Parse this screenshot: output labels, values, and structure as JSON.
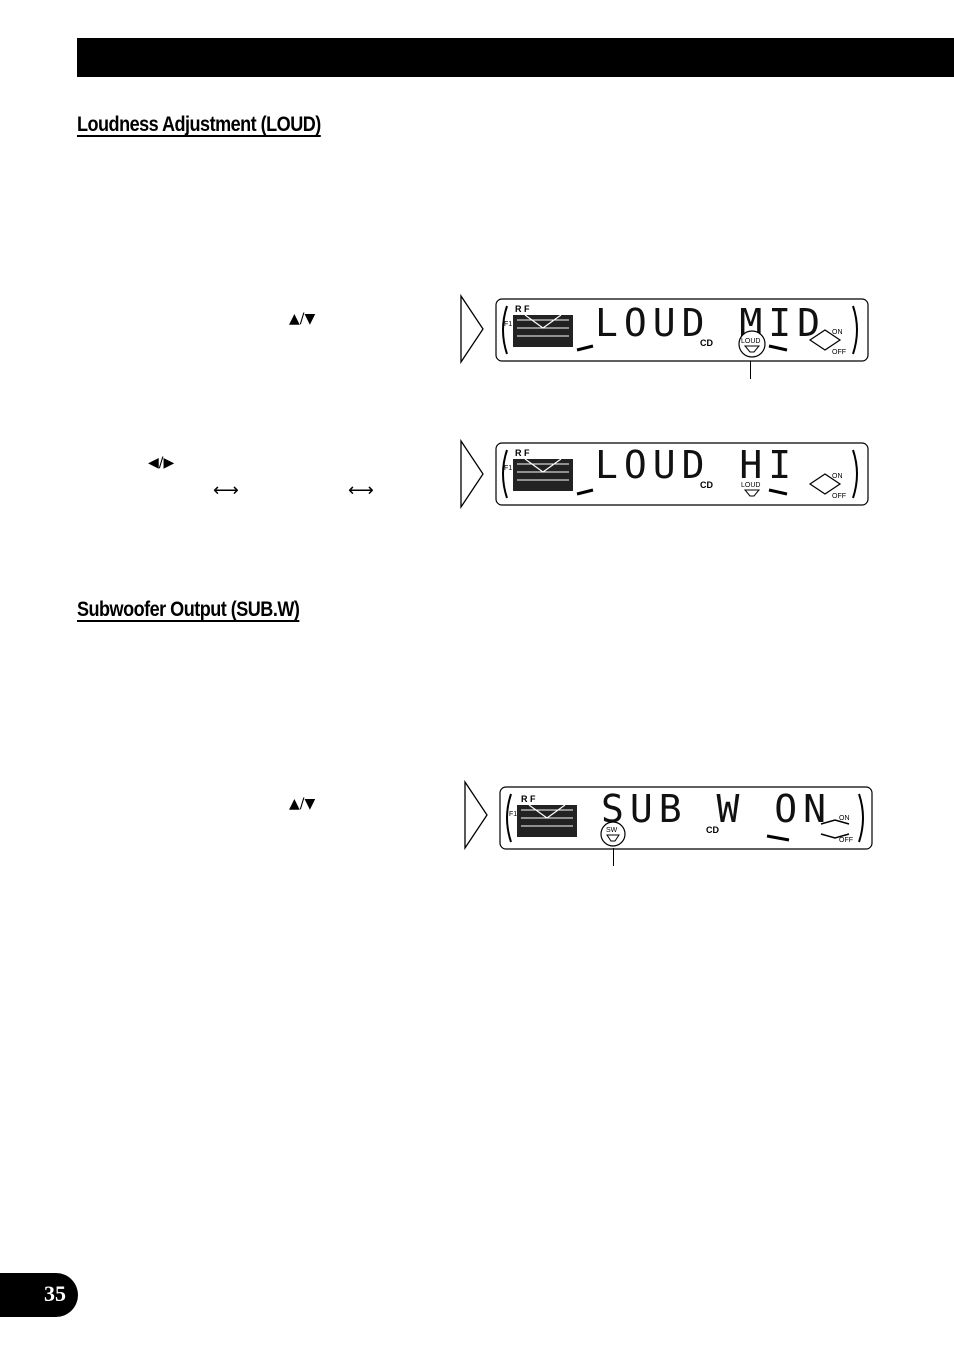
{
  "section1": {
    "title": "Loudness Adjustment (LOUD)"
  },
  "section2": {
    "title": "Subwoofer Output (SUB.W)"
  },
  "symbols": {
    "up_down": "▲/▼",
    "left_right": "◀/▶",
    "double_arrow_1": "⟷",
    "double_arrow_2": "⟷"
  },
  "displays": [
    {
      "text": "LOUD MID",
      "source": "CD",
      "indicator": "LOUD",
      "on_label": "ON",
      "off_label": "OFF",
      "left_labels": "R F",
      "f1": "F1"
    },
    {
      "text": "LOUD HI",
      "source": "CD",
      "indicator": "LOUD",
      "on_label": "ON",
      "off_label": "OFF",
      "left_labels": "R F",
      "f1": "F1"
    },
    {
      "text": "SUB W ON",
      "source": "CD",
      "indicator": "SW",
      "on_label": "ON",
      "off_label": "OFF",
      "left_labels": "R F",
      "f1": "F1"
    }
  ],
  "page_number": "35"
}
